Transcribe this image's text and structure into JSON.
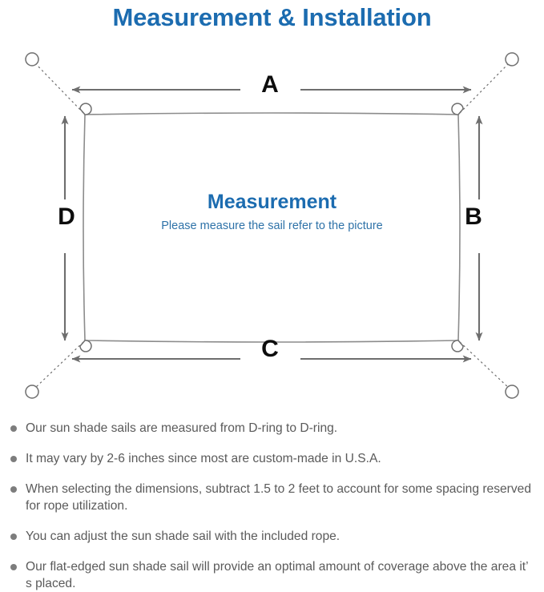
{
  "title": "Measurement & Installation",
  "theme": {
    "title_blue": "#1C6CB0",
    "subtitle_blue": "#2E72A8",
    "line_gray": "#6e6e6e",
    "sail_outline": "#8c8c8c",
    "text_gray": "#5a5a5a",
    "bullet_gray": "#7d7d7d"
  },
  "diagram": {
    "center_title": "Measurement",
    "center_subtitle": "Please measure the sail refer to the picture",
    "dimensions": {
      "top": "A",
      "right": "B",
      "bottom": "C",
      "left": "D"
    },
    "corner_count": 4,
    "anchor_count": 4,
    "icons": {
      "d_ring": "d-ring-icon",
      "anchor_point": "anchor-ring-icon",
      "rope": "dashed-rope-line",
      "dimension_arrow": "double-headed-arrow"
    }
  },
  "notes": [
    "Our sun shade sails are measured from D-ring to D-ring.",
    "It may vary by 2-6 inches since most are custom-made in U.S.A.",
    "When selecting the dimensions, subtract 1.5 to 2 feet to account for some spacing reserved for rope utilization.",
    "You can adjust the sun shade sail with the included rope.",
    "Our flat-edged sun shade sail will provide an optimal amount of coverage above the area it’ s placed."
  ]
}
